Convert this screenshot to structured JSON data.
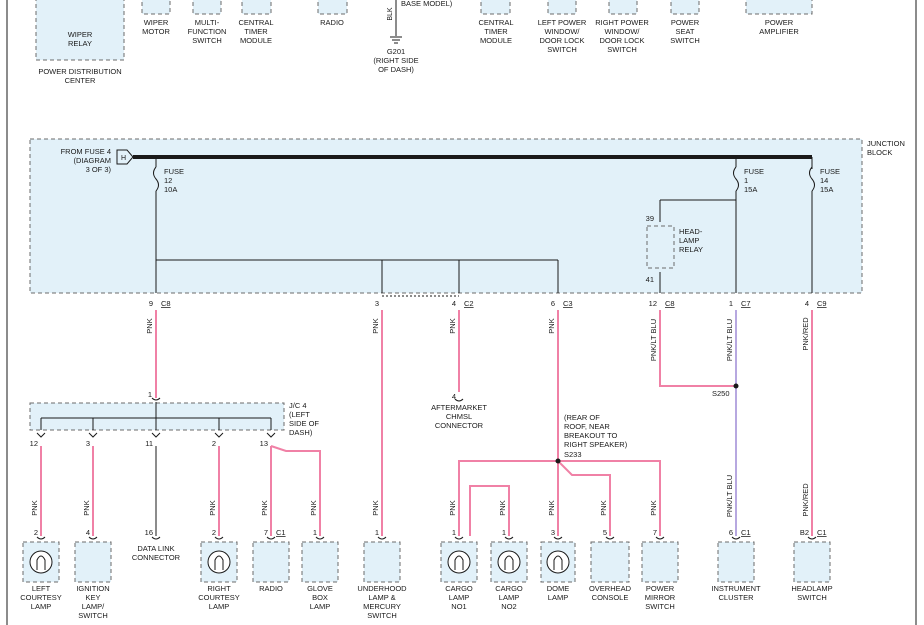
{
  "top_components": {
    "wiper_relay": "WIPER\nRELAY",
    "power_distribution_center": "POWER DISTRIBUTION\nCENTER",
    "wiper_motor": "WIPER\nMOTOR",
    "multi_function_switch": "MULTI-\nFUNCTION\nSWITCH",
    "central_timer_module_left": "CENTRAL\nTIMER\nMODULE",
    "radio_top": "RADIO",
    "ground_note": "BASE MODEL)",
    "ground_wire": "BLK",
    "ground_name": "G201\n(RIGHT SIDE\nOF DASH)",
    "central_timer_module_right": "CENTRAL\nTIMER\nMODULE",
    "left_power_window": "LEFT POWER\nWINDOW/\nDOOR LOCK\nSWITCH",
    "right_power_window": "RIGHT POWER\nWINDOW/\nDOOR LOCK\nSWITCH",
    "power_seat": "POWER\nSEAT\nSWITCH",
    "power_amplifier": "POWER\nAMPLIFIER"
  },
  "junction_block": {
    "label": "JUNCTION\nBLOCK",
    "from_fuse": "FROM FUSE 4\n(DIAGRAM\n3 OF 3)",
    "from_fuse_flag": "H",
    "fuses": [
      {
        "name": "FUSE\n12\n10A"
      },
      {
        "name": "FUSE\n1\n15A"
      },
      {
        "name": "FUSE\n14\n15A"
      }
    ],
    "relay": {
      "name": "HEAD-\nLAMP\nRELAY",
      "pin_in": "39",
      "pin_out": "41"
    }
  },
  "outputs": [
    {
      "pin": "9",
      "conn": "C8",
      "wire": "PNK"
    },
    {
      "pin": "3",
      "conn": "",
      "wire": "PNK"
    },
    {
      "pin": "4",
      "conn": "C2",
      "wire": "PNK"
    },
    {
      "pin": "6",
      "conn": "C3",
      "wire": "PNK"
    },
    {
      "pin": "12",
      "conn": "C8",
      "wire": "PNK/LT BLU"
    },
    {
      "pin": "1",
      "conn": "C7",
      "wire": "PNK/LT BLU"
    },
    {
      "pin": "4",
      "conn": "C9",
      "wire": "PNK/RED"
    }
  ],
  "jc4": {
    "label": "J/C 4\n(LEFT\nSIDE OF\nDASH)",
    "pin_in": "1",
    "pins": [
      "12",
      "3",
      "11",
      "2",
      "13"
    ]
  },
  "aftermarket": {
    "pin": "4",
    "label": "AFTERMARKET\nCHMSL\nCONNECTOR"
  },
  "s233": {
    "note": "(REAR OF\nROOF, NEAR\nBREAKOUT TO\nRIGHT SPEAKER)",
    "name": "S233"
  },
  "s250": {
    "name": "S250"
  },
  "wire_labels": {
    "pnk": "PNK",
    "pnk_ltblu": "PNK/LT BLU",
    "pnk_red": "PNK/RED"
  },
  "bottom_components": [
    {
      "pin": "2",
      "conn": "",
      "wire": "PNK",
      "label": "LEFT\nCOURTESY\nLAMP"
    },
    {
      "pin": "4",
      "conn": "",
      "wire": "PNK",
      "label": "IGNITION\nKEY\nLAMP/\nSWITCH"
    },
    {
      "pin": "16",
      "conn": "",
      "wire": "",
      "label": "DATA LINK\nCONNECTOR"
    },
    {
      "pin": "2",
      "conn": "",
      "wire": "PNK",
      "label": "RIGHT\nCOURTESY\nLAMP"
    },
    {
      "pin": "7",
      "conn": "C1",
      "wire": "PNK",
      "label": "RADIO"
    },
    {
      "pin": "1",
      "conn": "",
      "wire": "PNK",
      "label": "GLOVE\nBOX\nLAMP"
    },
    {
      "pin": "1",
      "conn": "",
      "wire": "PNK",
      "label": "UNDERHOOD\nLAMP &\nMERCURY\nSWITCH"
    },
    {
      "pin": "1",
      "conn": "",
      "wire": "PNK",
      "label": "CARGO\nLAMP\nNO1"
    },
    {
      "pin": "1",
      "conn": "",
      "wire": "PNK",
      "label": "CARGO\nLAMP\nNO2"
    },
    {
      "pin": "3",
      "conn": "",
      "wire": "PNK",
      "label": "DOME\nLAMP"
    },
    {
      "pin": "5",
      "conn": "",
      "wire": "PNK",
      "label": "OVERHEAD\nCONSOLE"
    },
    {
      "pin": "7",
      "conn": "",
      "wire": "PNK",
      "label": "POWER\nMIRROR\nSWITCH"
    },
    {
      "pin": "6",
      "conn": "C1",
      "wire": "PNK/LT BLU",
      "label": "INSTRUMENT\nCLUSTER"
    },
    {
      "pin": "B2",
      "conn": "C1",
      "wire": "PNK/RED",
      "label": "HEADLAMP\nSWITCH"
    }
  ],
  "colors": {
    "wire_pink": "#f081a6",
    "wire_lt_blue": "#b7a8e0",
    "block_fill": "#e2f1f9",
    "line_black": "#1a1a1a"
  }
}
